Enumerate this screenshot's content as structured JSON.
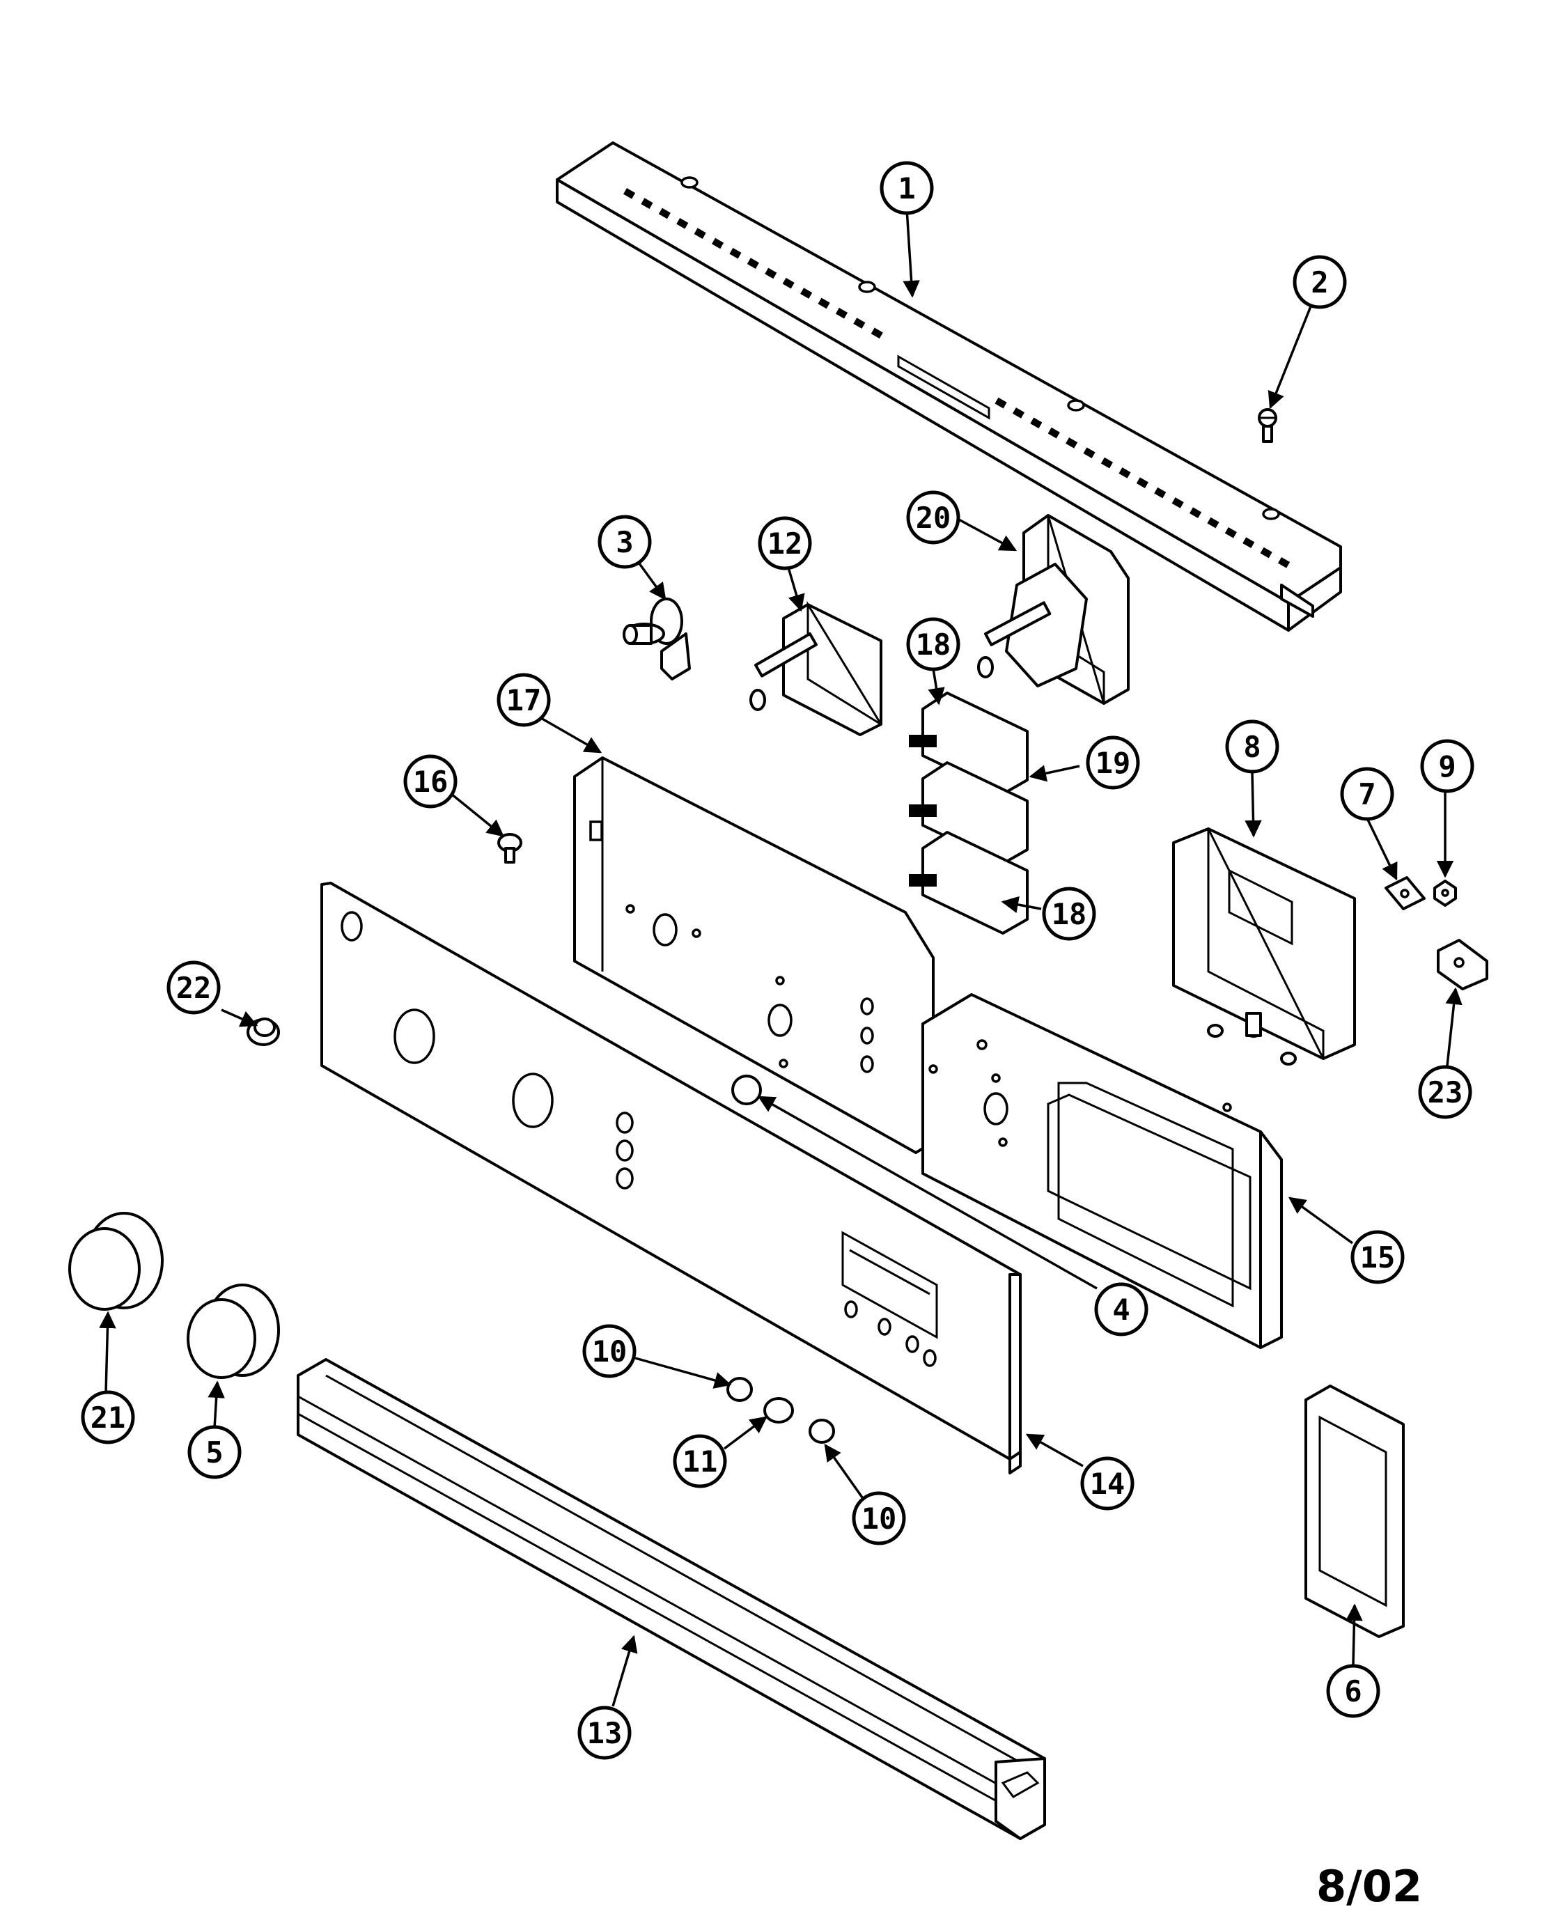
{
  "date_code": "8/02",
  "callouts": [
    {
      "id": "c1",
      "label": "1"
    },
    {
      "id": "c2",
      "label": "2"
    },
    {
      "id": "c3",
      "label": "3"
    },
    {
      "id": "c12",
      "label": "12"
    },
    {
      "id": "c20",
      "label": "20"
    },
    {
      "id": "c18a",
      "label": "18"
    },
    {
      "id": "c19",
      "label": "19"
    },
    {
      "id": "c18b",
      "label": "18"
    },
    {
      "id": "c17",
      "label": "17"
    },
    {
      "id": "c16",
      "label": "16"
    },
    {
      "id": "c8",
      "label": "8"
    },
    {
      "id": "c7",
      "label": "7"
    },
    {
      "id": "c9",
      "label": "9"
    },
    {
      "id": "c22",
      "label": "22"
    },
    {
      "id": "c23",
      "label": "23"
    },
    {
      "id": "c15",
      "label": "15"
    },
    {
      "id": "c4",
      "label": "4"
    },
    {
      "id": "c21",
      "label": "21"
    },
    {
      "id": "c5",
      "label": "5"
    },
    {
      "id": "c10a",
      "label": "10"
    },
    {
      "id": "c11",
      "label": "11"
    },
    {
      "id": "c10b",
      "label": "10"
    },
    {
      "id": "c14",
      "label": "14"
    },
    {
      "id": "c6",
      "label": "6"
    },
    {
      "id": "c13",
      "label": "13"
    }
  ]
}
